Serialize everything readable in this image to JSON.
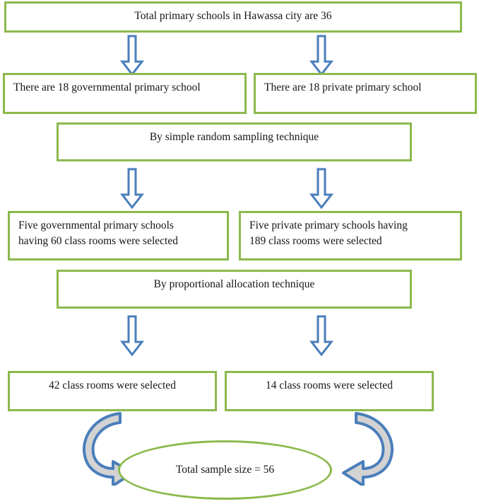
{
  "figure": {
    "type": "flowchart",
    "title": "Sampling procedure flowchart",
    "colors": {
      "box_border": "#8CB94C",
      "arrow_outline": "#4A7EBB",
      "arrow_fill": "#FFFFFF",
      "curve_arrow_fill": "#D3D3D3",
      "text": "#151515",
      "background": "#FFFFFF"
    }
  },
  "nodes": {
    "total_schools": {
      "label": "Total primary schools in Hawassa city are 36"
    },
    "governmental_schools": {
      "label": "There are 18 governmental primary school"
    },
    "private_schools": {
      "label": "There are 18 private primary school"
    },
    "simple_random": {
      "label": "By simple random sampling technique"
    },
    "five_governmental": {
      "label": "Five governmental primary schools\nhaving 60 class rooms were selected"
    },
    "five_private": {
      "label": "Five private primary schools having\n189 class rooms were selected"
    },
    "proportional_allocation": {
      "label": "By proportional allocation technique"
    },
    "selected_left": {
      "label": "42 class rooms were selected"
    },
    "selected_right": {
      "label": "14 class rooms were selected"
    },
    "total_sample": {
      "label": "Total sample size = 56"
    }
  },
  "connectors": [
    {
      "name": "arrow-total-to-governmental",
      "icon": "down-block-arrow-icon"
    },
    {
      "name": "arrow-total-to-private",
      "icon": "down-block-arrow-icon"
    },
    {
      "name": "arrow-random-to-five-governmental",
      "icon": "down-block-arrow-icon"
    },
    {
      "name": "arrow-random-to-five-private",
      "icon": "down-block-arrow-icon"
    },
    {
      "name": "arrow-allocation-to-selected-left",
      "icon": "down-block-arrow-icon"
    },
    {
      "name": "arrow-allocation-to-selected-right",
      "icon": "down-block-arrow-icon"
    },
    {
      "name": "curved-arrow-left-to-total-sample",
      "icon": "curved-arrow-icon"
    },
    {
      "name": "curved-arrow-right-to-total-sample",
      "icon": "curved-arrow-icon"
    }
  ]
}
